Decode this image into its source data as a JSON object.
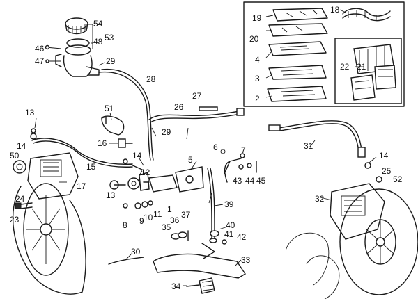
{
  "diagram": {
    "callouts": [
      "1",
      "2",
      "3",
      "4",
      "5",
      "6",
      "7",
      "8",
      "9",
      "10",
      "11",
      "12",
      "13",
      "13",
      "14",
      "14",
      "14",
      "15",
      "16",
      "17",
      "18",
      "19",
      "20",
      "21",
      "22",
      "23",
      "24",
      "25",
      "26",
      "27",
      "28",
      "29",
      "29",
      "30",
      "31",
      "32",
      "33",
      "34",
      "35",
      "36",
      "37",
      "39",
      "40",
      "41",
      "42",
      "43",
      "44",
      "45",
      "46",
      "47",
      "48",
      "50",
      "51",
      "52",
      "53",
      "54"
    ]
  }
}
